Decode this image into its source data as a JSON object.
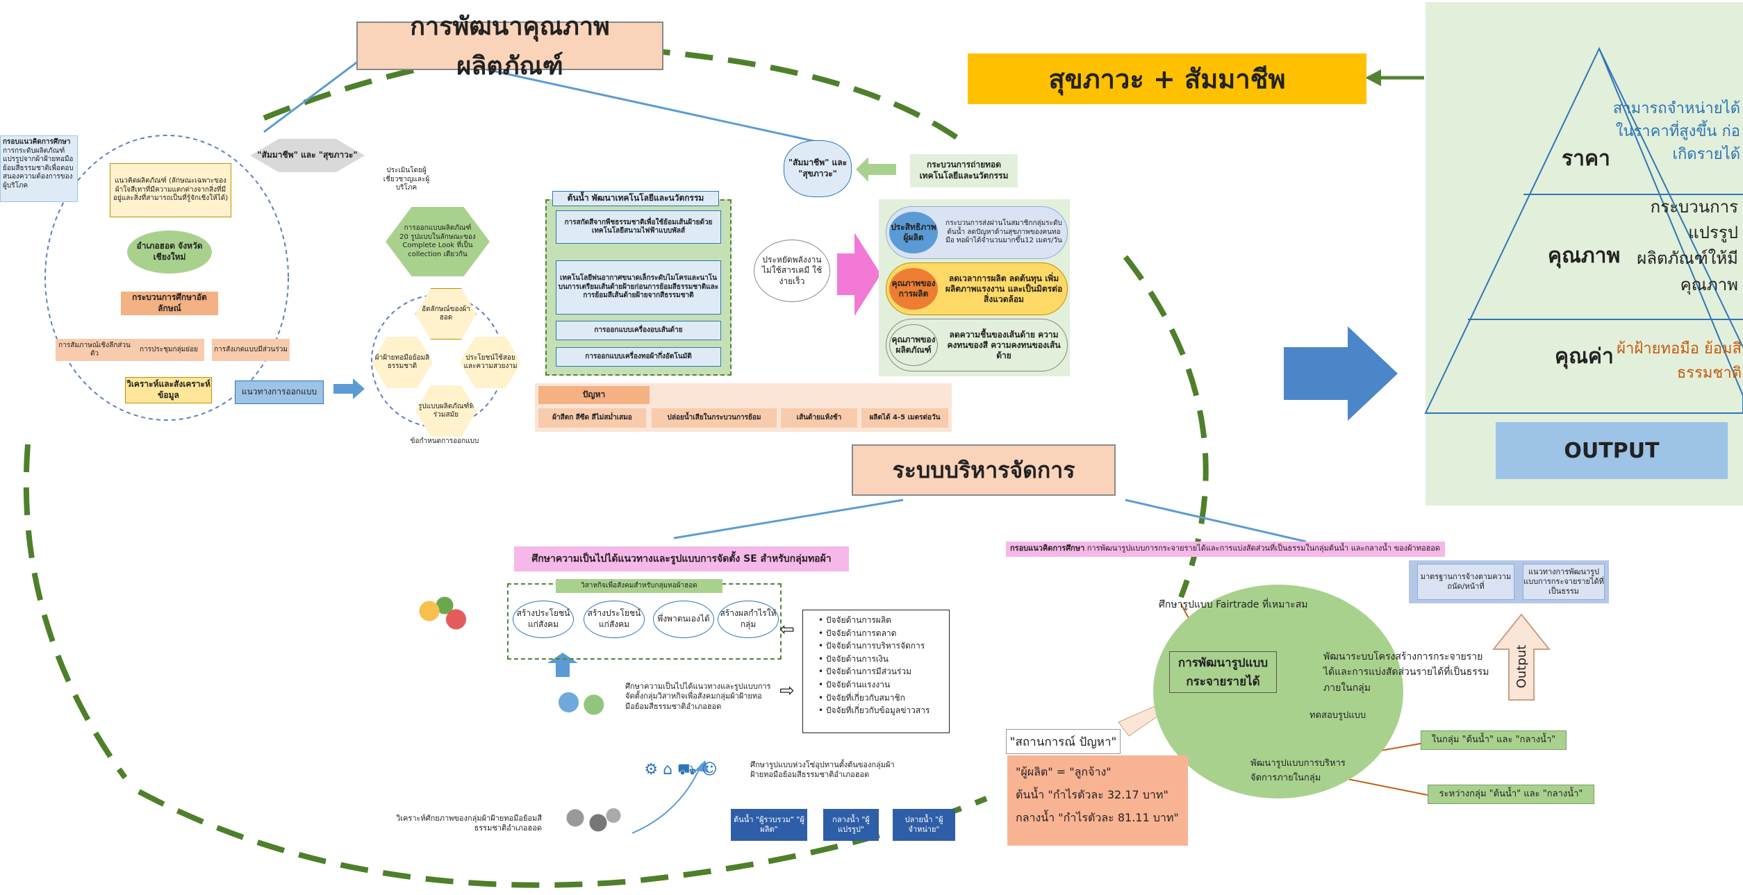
{
  "titles": {
    "quality": "การพัฒนาคุณภาพผลิตภัณฑ์",
    "health": "สุขภาวะ + สัมมาชีพ",
    "management": "ระบบบริหารจัดการ",
    "output": "OUTPUT"
  },
  "left_panel": {
    "framework_title": "กรอบแนวคิดการศึกษา",
    "framework_text": "การกระดับผลิตภัณฑ์แปรรูปจากผ้าฝ้ายทอมือย้อมสีธรรมชาติเพื่อตอบสนองความต้องการของผู้บริโภค",
    "concept_box": "แนวคิดผลิตภัณฑ์ (ลักษณะเฉพาะของผ้าใจสีเทาที่มีความแตกต่างจากสิ่งที่มีอยู่และสิ่งที่สามารถเป็นที่รู้จักเชิงให้ได้)",
    "amphoe": "อำเภอฮอด จังหวัดเชียงใหม่",
    "process": "กระบวนการศึกษาอัตลักษณ์",
    "method1": "การสัมภาษณ์เชิงลึกส่วนตัว",
    "method2": "การประชุมกลุ่มย่อย",
    "method3": "การสังเกตแบบมีส่วนร่วม",
    "analyze": "วิเคราะห์และสังเคราะห์ข้อมูล",
    "design_concept": "แนวทางการออกแบบ"
  },
  "middle_left": {
    "bubble_top": "\"สัมมาชีพ\" และ \"สุขภาวะ\"",
    "note_consumer": "ประเมินโดยผู้เชี่ยวชาญและผู้บริโภค",
    "hex_top": "การออกแบบผลิตภัณฑ์ 20 รูปแบบในลักษณะของ Complete Look ที่เป็น collection เดียวกัน",
    "hex1": "อัตลักษณ์ของผ้าฮอด",
    "hex2": "ผ้าฝ้ายทอมือย้อมสีธรรมชาติ",
    "hex3": "ประโยชน์ใช้สอยและความสวยงาม",
    "hex4": "รูปแบบผลิตภัณฑ์ที่ร่วมสมัย",
    "hex_caption": "ข้อกำหนดการออกแบบ"
  },
  "middle": {
    "tech_header": "ต้นน้ำ พัฒนาเทคโนโลยีและนวัตกรรม",
    "tech1": "การสกัดสีจากพืชธรรมชาติเพื่อใช้ย้อมเส้นฝ้ายด้วยเทคโนโลยีสนามไฟฟ้าแบบพัลส์",
    "tech2": "เทคโนโลยีพ่นอากาศขนาดเล็กระดับไมโครและนาโนบนการเตรียมเส้นด้ายฝ้ายก่อนการย้อมสีธรรมชาติและการย้อมสีเส้นด้ายฝ้ายจากสีธรรมชาติ",
    "tech3": "การออกแบบเครื่องอบเส้นด้าย",
    "tech4": "การออกแบบเครื่องทอผ้ากึ่งอัตโนมัติ",
    "problem_label": "ปัญหา",
    "problems": [
      "ผ้าสีตก สีซีด สีไม่สม่ำเสมอ",
      "ปล่อยน้ำเสียในกระบวนการย้อม",
      "เส้นด้ายแห้งช้า",
      "ผลิตได้ 4-5 เมตรต่อวัน"
    ],
    "energy": "ประหยัดพลังงาน ไม่ใช้สารเคมี ใช้ง่ายเร็ว"
  },
  "right_middle": {
    "cloud": "\"สัมมาชีพ\" และ \"สุขภาวะ\"",
    "transfer": "กระบวนการถ่ายทอดเทคโนโลยีและนวัตกรรม",
    "row1_label": "ประสิทธิภาพผู้ผลิต",
    "row1_text": "กระบวนการส่งผ่านโนสมาชิกกลุ่มระดับต้นน้ำ ลดปัญหาด้านสุขภาพของคนทอมือ ทอผ้าได้จำนวนมากขึ้น12 เมตร/วัน",
    "row2_label": "คุณภาพของการผลิต",
    "row2_text": "ลดเวลาการผลิต ลดต้นทุน เพิ่มผลิตภาพแรงงาน และเป็นมิตรต่อสิ่งแวดล้อม",
    "row3_label": "คุณภาพของผลิตภัณฑ์",
    "row3_text": "ลดความชื้นของเส้นด้าย ความคงทนของสี ความคงทนของเส้นด้าย"
  },
  "pyramid": {
    "level1_label": "ราคา",
    "level1_text": "สามารถจำหน่ายได้ในราคาที่สูงขึ้น ก่อเกิดรายได้",
    "level2_label": "คุณภาพ",
    "level2_text": "กระบวนการแปรรูปผลิตภัณฑ์ให้มีคุณภาพ",
    "level3_label": "คุณค่า",
    "level3_text": "ผ้าฝ้ายทอมือ ย้อมสีธรรมชาติ"
  },
  "bottom_left": {
    "header": "ศึกษาความเป็นไปได้แนวทางและรูปแบบการจัดตั้ง SE สำหรับกลุ่มทอผ้า",
    "goal_header": "วิสาหกิจเพื่อสังคมสำหรับกลุ่มทอผ้าฮอด",
    "goals": [
      "สร้างประโยชน์แก่สังคม",
      "สร้างประโยชน์แก่สังคม",
      "พึ่งพาตนเองได้",
      "สร้างผลกำไรให้กลุ่ม"
    ],
    "factors": [
      "ปัจจัยด้านการผลิต",
      "ปัจจัยด้านการตลาด",
      "ปัจจัยด้านการบริหารจัดการ",
      "ปัจจัยด้านการเงิน",
      "ปัจจัยด้านการมีส่วนร่วม",
      "ปัจจัยด้านแรงงาน",
      "ปัจจัยที่เกี่ยวกับสมาชิก",
      "ปัจจัยที่เกี่ยวกับข้อมูลข่าวสาร"
    ],
    "study_text": "ศึกษาความเป็นไปได้แนวทางและรูปแบบการจัดตั้งกลุ่มวิสาหกิจเพื่อสังคมกลุ่มผ้าฝ้ายทอมือย้อมสีธรรมชาติอำเภอฮอด",
    "chain_text": "ศึกษารูปแบบห่วงโซ่อุปทานตั้งต้นของกลุ่มผ้าฝ้ายทอมือย้อมสีธรรมชาติอำเภอฮอด",
    "analysis_text": "วิเคราะห์ศักยภาพของกลุ่มผ้าฝ้ายทอมือย้อมสีธรรมชาติอำเภอฮอด",
    "stages": [
      "ต้นน้ำ \"ผู้รวบรวม\" \"ผู้ผลิต\"",
      "กลางน้ำ \"ผู้แปรรูป\"",
      "ปลายน้ำ \"ผู้จำหน่าย\""
    ]
  },
  "bottom_right": {
    "header_bold": "กรอบแนวคิดการศึกษา",
    "header_rest": "การพัฒนารูปแบบการกระจายรายได้และการแบ่งสัดส่วนที่เป็นธรรมในกลุ่มต้นน้ำ และกลางน้ำ ของผ้าทอฮอด",
    "fairtrade": "ศึกษารูปแบบ Fairtrade ที่เหมาะสม",
    "center": "การพัฒนารูปแบบกระจายรายได้",
    "develop_structure": "พัฒนาระบบโครงสร้างการกระจายรายได้และการแบ่งสัดส่วนรายได้ที่เป็นธรรมภายในกลุ่ม",
    "test_model": "ทดสอบรูปแบบ",
    "develop_mgmt": "พัฒนารูปแบบการบริหารจัดการภายในกลุ่ม",
    "within_group": "ในกลุ่ม \"ต้นน้ำ\" และ \"กลางน้ำ\"",
    "between_group": "ระหว่างกลุ่ม \"ต้นน้ำ\" และ \"กลางน้ำ\"",
    "situation": "\"สถานการณ์ ปัญหา\"",
    "sit1": "\"ผู้ผลิต\" = \"ลูกจ้าง\"",
    "sit2": "ต้นน้ำ \"กำไรตัวละ 32.17 บาท\"",
    "sit3": "กลางน้ำ \"กำไรตัวละ 81.11 บาท\"",
    "std_box": "มาตรฐานการจ้างตามความถนัด/หน้าที่",
    "guide_box": "แนวทางการพัฒนารูปแบบการกระจายรายได้ที่เป็นธรรม",
    "output_arrow": "Output"
  },
  "colors": {
    "orange_title": "#f9d4bb",
    "yellow_banner": "#ffc000",
    "pyramid_bg": "#e2efda",
    "output_box": "#9dc3e6",
    "dashed_green": "#4e7f2a",
    "blue_arrow": "#5b9bd5",
    "pink_arrow": "#f27ad6"
  }
}
